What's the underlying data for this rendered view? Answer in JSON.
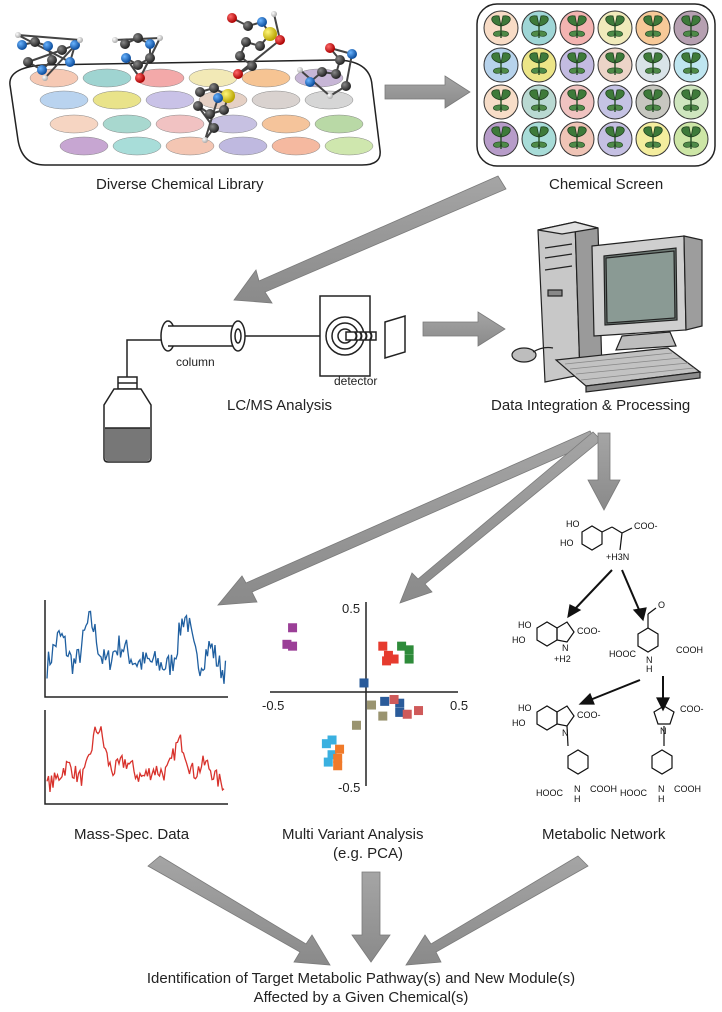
{
  "labels": {
    "library": "Diverse Chemical Library",
    "screen": "Chemical Screen",
    "lcms": "LC/MS Analysis",
    "column": "column",
    "detector": "detector",
    "data_integration": "Data Integration & Processing",
    "mass_spec": "Mass-Spec. Data",
    "mva_line1": "Multi Variant Analysis",
    "mva_line2": "(e.g. PCA)",
    "network": "Metabolic Network",
    "final_line1": "Identification of Target Metabolic Pathway(s) and New Module(s)",
    "final_line2": "Affected by a Given Chemical(s)"
  },
  "chart_data": {
    "type": "scatter",
    "title": "",
    "xlabel": "",
    "ylabel": "",
    "xlim": [
      -0.5,
      0.5
    ],
    "ylim": [
      -0.5,
      0.5
    ],
    "xticks": [
      "-0.5",
      "0.5"
    ],
    "yticks": [
      "0.5",
      "-0.5"
    ],
    "grid": false,
    "series": [
      {
        "color": "#9b3f97",
        "points": [
          [
            -0.38,
            0.36
          ],
          [
            -0.41,
            0.27
          ],
          [
            -0.38,
            0.26
          ]
        ]
      },
      {
        "color": "#e63b2e",
        "points": [
          [
            0.1,
            0.26
          ],
          [
            0.13,
            0.21
          ],
          [
            0.16,
            0.19
          ],
          [
            0.12,
            0.18
          ]
        ]
      },
      {
        "color": "#2e8b3a",
        "points": [
          [
            0.2,
            0.26
          ],
          [
            0.24,
            0.24
          ],
          [
            0.24,
            0.19
          ]
        ]
      },
      {
        "color": "#2a5b9a",
        "points": [
          [
            0.0,
            0.06
          ],
          [
            0.11,
            -0.04
          ],
          [
            0.19,
            -0.05
          ],
          [
            0.19,
            -0.1
          ]
        ]
      },
      {
        "color": "#9a9470",
        "points": [
          [
            0.04,
            -0.06
          ],
          [
            0.1,
            -0.12
          ],
          [
            -0.04,
            -0.17
          ]
        ]
      },
      {
        "color": "#cf5a5a",
        "points": [
          [
            0.16,
            -0.03
          ],
          [
            0.23,
            -0.11
          ],
          [
            0.29,
            -0.09
          ]
        ]
      },
      {
        "color": "#3ab0e0",
        "points": [
          [
            -0.17,
            -0.25
          ],
          [
            -0.2,
            -0.27
          ],
          [
            -0.17,
            -0.33
          ],
          [
            -0.19,
            -0.37
          ]
        ]
      },
      {
        "color": "#f07a2a",
        "points": [
          [
            -0.13,
            -0.3
          ],
          [
            -0.14,
            -0.35
          ],
          [
            -0.14,
            -0.39
          ]
        ]
      }
    ]
  },
  "network": {
    "ho1": "HO",
    "ho2": "HO",
    "nh3": "+H3N",
    "coo1": "COO-",
    "ho3": "HO",
    "ho4": "HO",
    "coo2": "COO-",
    "h2": "+H2",
    "n1": "N",
    "o": "O",
    "hooc1": "HOOC",
    "cooh1": "COOH",
    "nh1": "N",
    "h1": "H",
    "ho5": "HO",
    "ho6": "HO",
    "coo3": "COO-",
    "n2": "N",
    "hooc2": "HOOC",
    "cooh2": "COOH",
    "nh2": "N",
    "h3": "H",
    "n3": "N",
    "coo4": "COO-",
    "hooc3": "HOOC",
    "cooh3": "COOH",
    "nh4": "N",
    "h4": "H"
  },
  "colors": {
    "arrow": "#9a9a9a",
    "blue_trace": "#1f5fa0",
    "red_trace": "#d8322c"
  }
}
